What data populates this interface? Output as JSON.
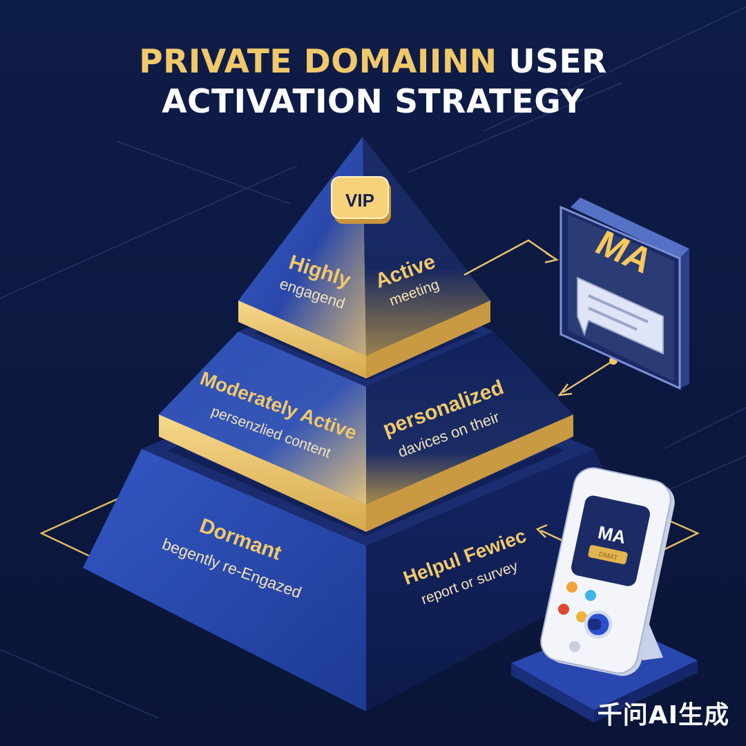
{
  "title": {
    "line1_gold": "PRIVATE DOMAIINN",
    "line1_white": "USER",
    "line2": "ACTIVATION STRATEGY"
  },
  "pyramid": {
    "vip_badge": "VIP",
    "top": {
      "left_title": "Highly",
      "left_sub": "engagend",
      "right_title": "Active",
      "right_sub": "meeting"
    },
    "middle": {
      "left_title": "Moderately Active",
      "left_sub": "persenzlied content",
      "right_title": "personalized",
      "right_sub": "davices on their"
    },
    "bottom": {
      "left_title": "Dormant",
      "left_sub": "begently re-Engazed",
      "right_title": "Helpul Fewiec",
      "right_sub": "report or survey"
    }
  },
  "ma_panel": {
    "label": "MA"
  },
  "phone": {
    "label": "MA",
    "tag": "DMAT"
  },
  "watermark": "千问AI生成",
  "colors": {
    "background": "#0c1a44",
    "gold": "#f1c96a",
    "pyramid_blue": "#2f4fb4",
    "pyramid_dark": "#0f1f55"
  }
}
